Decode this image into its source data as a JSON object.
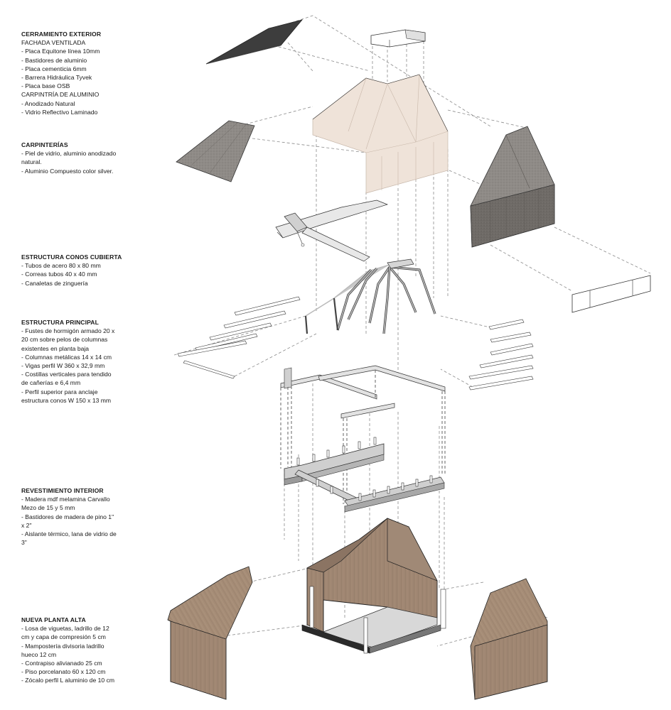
{
  "legend": [
    {
      "id": "cerramiento",
      "title": "CERRAMIENTO EXTERIOR",
      "lines": [
        "FACHADA VENTILADA",
        "- Placa Equitone línea 10mm",
        "- Bastidores de aluminio",
        "- Placa cementicia 6mm",
        "- Barrera Hidráulica Tyvek",
        "- Placa base OSB",
        "CARPINTRÍA DE ALUMINIO",
        "- Anodizado Natural",
        "- Vidrio Reflectivo Laminado"
      ]
    },
    {
      "id": "carpinterias",
      "title": "CARPINTERÍAS",
      "lines": [
        "- Piel de vidrio, aluminio anodizado",
        "natural.",
        "- Aluminio Compuesto color silver."
      ]
    },
    {
      "id": "estructura-conos",
      "title": "ESTRUCTURA CONOS CUBIERTA",
      "lines": [
        "- Tubos de acero 80 x 80 mm",
        "- Correas tubos 40 x 40 mm",
        "- Canaletas de zinguería"
      ]
    },
    {
      "id": "estructura-principal",
      "title": "ESTRUCTURA PRINCIPAL",
      "lines": [
        "- Fustes de hormigón armado 20 x",
        "20 cm sobre pelos de columnas",
        "existentes en planta baja",
        "- Columnas metálicas 14 x 14 cm",
        "- Vigas perfil W 360 x 32,9 mm",
        "- Costillas verticales para tendido",
        "de cañerías e 6,4 mm",
        "- Perfil superior para anclaje",
        "estructura conos W 150 x 13 mm"
      ]
    },
    {
      "id": "revestimiento",
      "title": "REVESTIMIENTO INTERIOR",
      "lines": [
        "- Madera mdf melamina Carvallo",
        "Mezo de 15 y 5 mm",
        "- Bastidores de madera de pino 1\"",
        "x 2\"",
        "- Aislante térmico, lana de vidrio de",
        "3\""
      ]
    },
    {
      "id": "planta-alta",
      "title": "NUEVA PLANTA ALTA",
      "lines": [
        "- Losa de viguetas, ladrillo de 12",
        "cm y capa de compresión 5 cm",
        "- Mampostería divisoria ladrillo",
        "hueco 12 cm",
        "- Contrapiso alivianado 25 cm",
        "- Piso porcelanato 60 x 120 cm",
        "- Zócalo perfil L aluminio de 10 cm"
      ]
    }
  ],
  "colors": {
    "dark_roof": "#3d3d3d",
    "facade_gray": "#8e8a86",
    "facade_gray_dark": "#6e6a66",
    "envelope_beige": "#efe3d9",
    "wood": "#9a8370",
    "wood_light": "#b39c86",
    "steel": "#c9c9c9",
    "floor": "#d8d8d8"
  }
}
